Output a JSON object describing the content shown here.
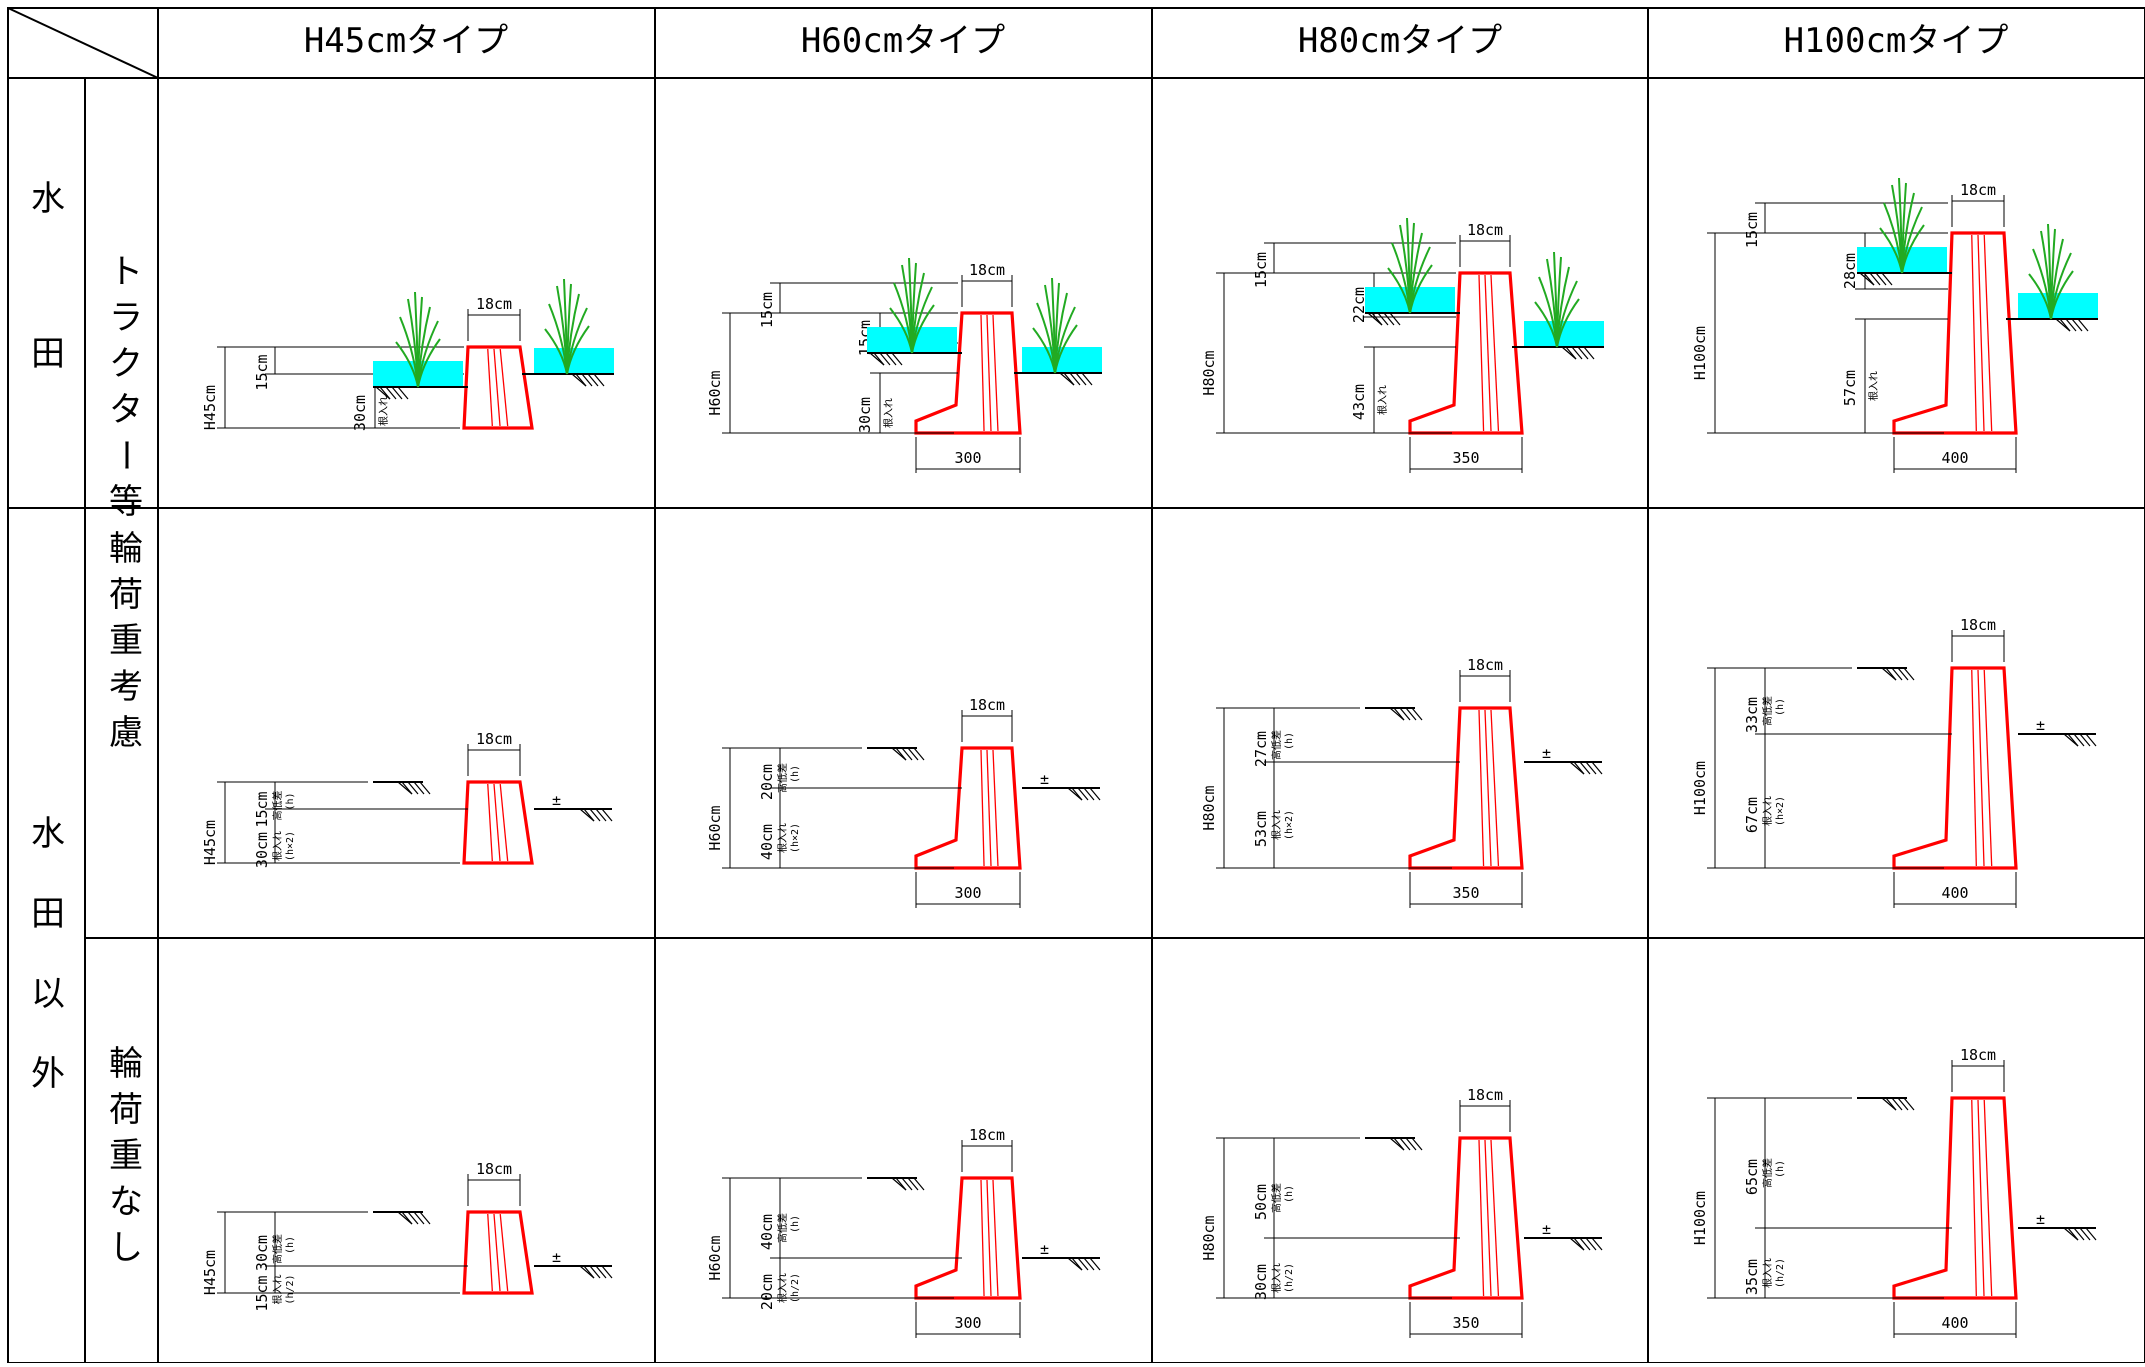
{
  "headers": [
    "H45cmタイプ",
    "H60cmタイプ",
    "H80cmタイプ",
    "H100cmタイプ"
  ],
  "side_labels": {
    "paddy": "水田",
    "non_paddy": "水田以外",
    "tractor": "トラクター等",
    "wheel_load": "輪荷重考慮",
    "no_wheel_load": "輪荷重なし"
  },
  "common": {
    "top_width": "18cm",
    "embed": "根入れ",
    "diff": "高低差",
    "h": "(h)",
    "h2": "(h×2)",
    "h_half": "(h/2)",
    "ground": "±"
  },
  "rows": [
    {
      "name": "paddy-tractor",
      "cells": [
        {
          "height": "H45cm",
          "upper": "15cm",
          "lower": "30cm",
          "base": ""
        },
        {
          "height": "H60cm",
          "upper": "15cm",
          "mid": "15cm",
          "lower": "30cm",
          "base": "300"
        },
        {
          "height": "H80cm",
          "upper": "15cm",
          "mid": "22cm",
          "lower": "43cm",
          "base": "350"
        },
        {
          "height": "H100cm",
          "upper": "15cm",
          "mid": "28cm",
          "lower": "57cm",
          "base": "400"
        }
      ]
    },
    {
      "name": "non-paddy-wheel-load",
      "cells": [
        {
          "height": "H45cm",
          "upper": "15cm",
          "lower": "30cm",
          "base": ""
        },
        {
          "height": "H60cm",
          "upper": "20cm",
          "lower": "40cm",
          "base": "300"
        },
        {
          "height": "H80cm",
          "upper": "27cm",
          "lower": "53cm",
          "base": "350"
        },
        {
          "height": "H100cm",
          "upper": "33cm",
          "lower": "67cm",
          "base": "400"
        }
      ]
    },
    {
      "name": "non-paddy-no-wheel-load",
      "cells": [
        {
          "height": "H45cm",
          "upper": "30cm",
          "lower": "15cm",
          "base": ""
        },
        {
          "height": "H60cm",
          "upper": "40cm",
          "lower": "20cm",
          "base": "300"
        },
        {
          "height": "H80cm",
          "upper": "50cm",
          "lower": "30cm",
          "base": "350"
        },
        {
          "height": "H100cm",
          "upper": "65cm",
          "lower": "35cm",
          "base": "400"
        }
      ]
    }
  ],
  "colors": {
    "wall": "#ff0000",
    "water": "#00ffff",
    "plant": "#22aa22",
    "line": "#000000"
  }
}
